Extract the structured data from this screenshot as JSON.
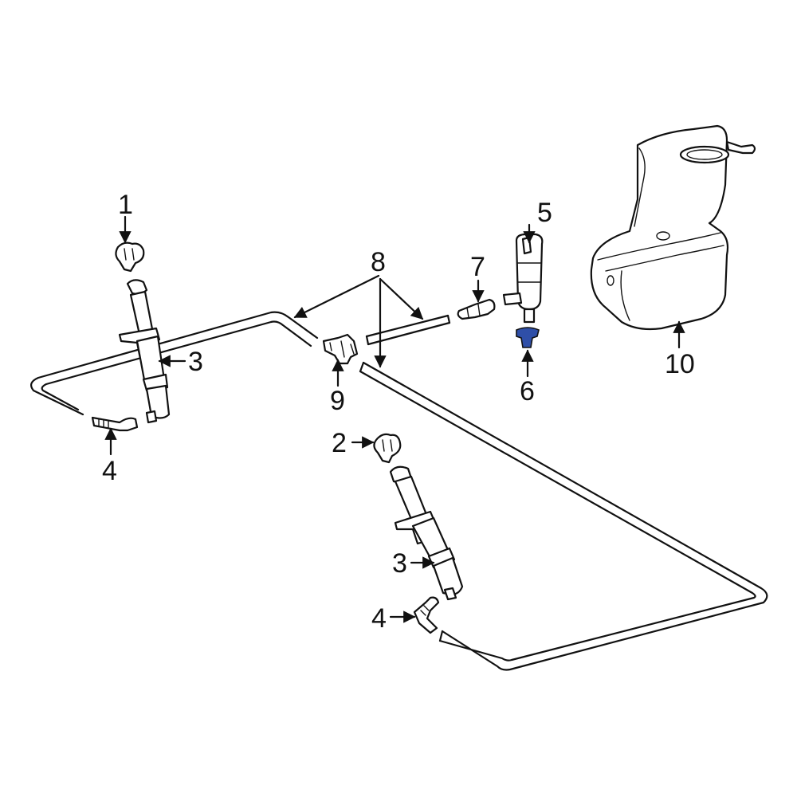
{
  "diagram": {
    "callouts": {
      "c1": "1",
      "c2": "2",
      "c3a": "3",
      "c3b": "3",
      "c4a": "4",
      "c4b": "4",
      "c5": "5",
      "c6": "6",
      "c7": "7",
      "c8": "8",
      "c9": "9",
      "c10": "10"
    },
    "colors": {
      "line": "#111111",
      "highlight_part": "#2f4fa8",
      "background": "#ffffff"
    }
  }
}
